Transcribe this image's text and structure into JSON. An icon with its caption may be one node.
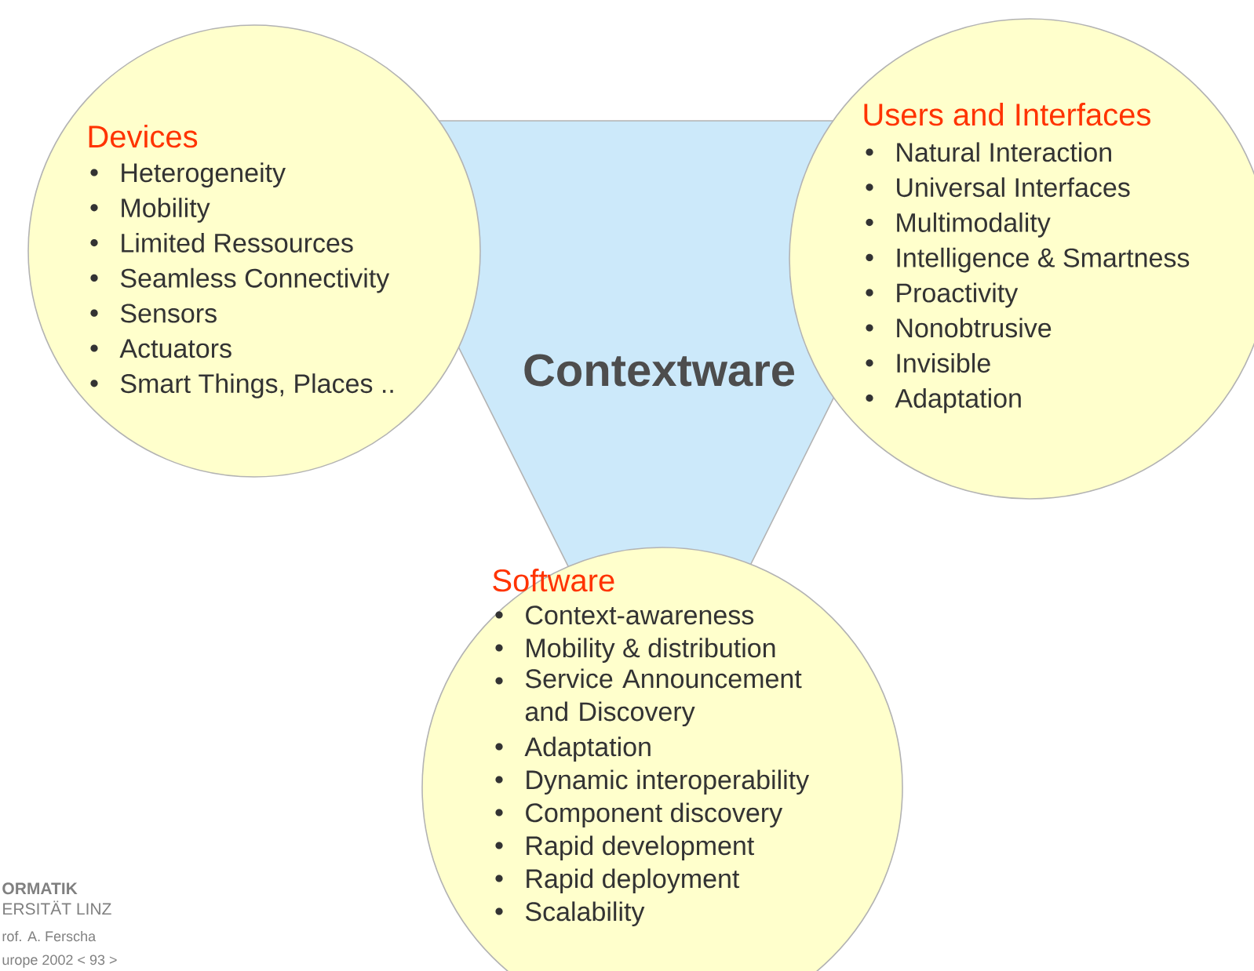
{
  "diagram": {
    "nodes": [
      {
        "text": [
          "Contextware"
        ]
      },
      {
        "text": [
          "Devices",
          "Heterogeneity",
          "Mobility",
          "Limited Ressources",
          "Seamless Connectivity",
          "Sensors",
          "Actuators",
          "Smart Things, Places .."
        ]
      },
      {
        "text": [
          "Users and Interfaces",
          "Natural Interaction",
          "Universal Interfaces",
          "Multimodality",
          "Intelligence & Smartness",
          "Proactivity",
          "Nonobtrusive",
          "Invisible",
          "Adaptation"
        ]
      },
      {
        "text": [
          "Software",
          "Context-awareness",
          "Mobility & distribution",
          "Service Announcement and Discovery",
          "Adaptation",
          "Dynamic interoperability",
          "Component discovery",
          "Rapid development",
          "Rapid deployment",
          "Scalability"
        ]
      }
    ],
    "labels": [
      "ORMATIK",
      "ERSITÄT LINZ",
      "rof. A. Ferscha",
      "urope 2002  < 93 >"
    ]
  }
}
